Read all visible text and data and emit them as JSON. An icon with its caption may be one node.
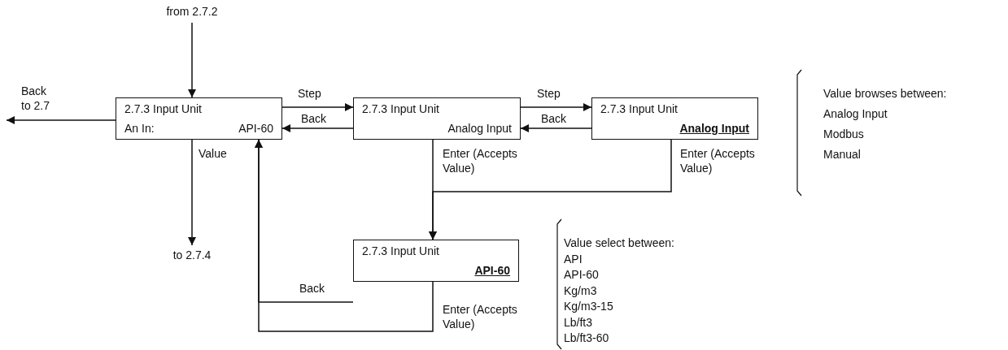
{
  "diagram": {
    "nodes": [
      {
        "text": [
          "from 2.7.2"
        ]
      },
      {
        "text": [
          "2.7.3 Input Unit",
          "An In:",
          "API-60"
        ]
      },
      {
        "text": [
          "2.7.3 Input Unit",
          "Analog Input"
        ]
      },
      {
        "text": [
          "2.7.3 Input Unit",
          "Analog Input"
        ]
      },
      {
        "text": [
          "to 2.7.4"
        ]
      },
      {
        "text": [
          "2.7.3 Input Unit",
          "API-60"
        ]
      }
    ],
    "edges": [
      {
        "from": 0,
        "to": 1,
        "arrow": "to"
      },
      {
        "from": 1,
        "to": null,
        "arrow": "to",
        "label": "Back to 2.7"
      },
      {
        "from": 1,
        "to": 2,
        "arrow": "to",
        "label": "Step"
      },
      {
        "from": 2,
        "to": 1,
        "arrow": "to",
        "label": "Back"
      },
      {
        "from": 2,
        "to": 3,
        "arrow": "to",
        "label": "Step"
      },
      {
        "from": 3,
        "to": 2,
        "arrow": "to",
        "label": "Back"
      },
      {
        "from": 1,
        "to": 4,
        "arrow": "to",
        "label": "Value"
      },
      {
        "from": 2,
        "to": 5,
        "arrow": "to",
        "label": "Enter (Accepts Value)"
      },
      {
        "from": 3,
        "to": 5,
        "arrow": "to",
        "label": "Enter (Accepts Value)"
      },
      {
        "from": 5,
        "to": 1,
        "arrow": "to",
        "label": "Back"
      },
      {
        "from": 5,
        "to": 1,
        "arrow": "to",
        "label": "Enter (Accepts Value)"
      }
    ],
    "labels": [
      "Value browses between:",
      "Analog Input",
      "Modbus",
      "Manual",
      "Value select between:",
      "API",
      "API-60",
      "Kg/m3",
      "Kg/m3-15",
      "Lb/ft3",
      "Lb/ft3-60"
    ]
  }
}
